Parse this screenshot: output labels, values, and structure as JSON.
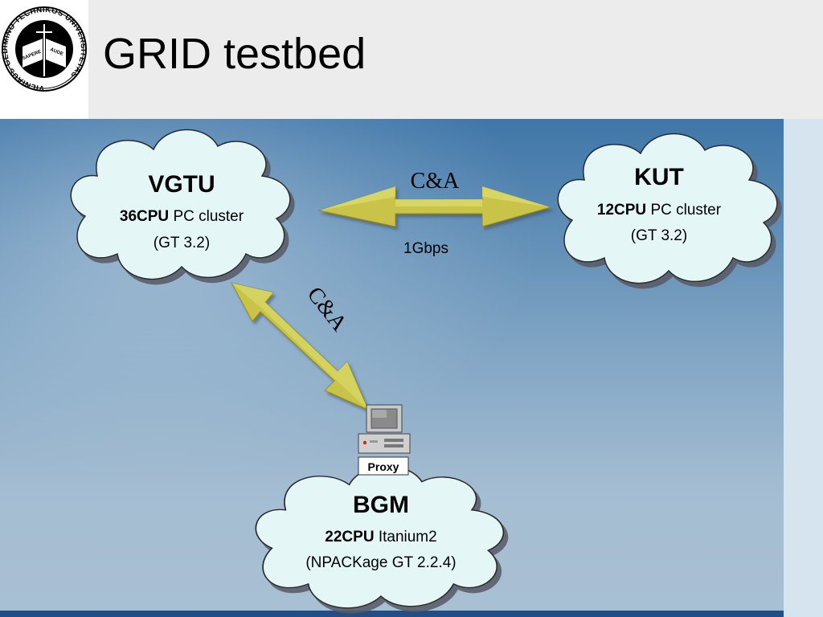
{
  "slide": {
    "title": "GRID testbed",
    "logo": {
      "ring_text": "VILNIAUS GEDIMINO TECHNIKOS UNIVERSITETAS",
      "book_left": "SAPERE",
      "book_right": "AUDE"
    }
  },
  "nodes": {
    "vgtu": {
      "name": "VGTU",
      "cpu": "36CPU",
      "desc": "PC cluster",
      "sub": "(GT 3.2)"
    },
    "kut": {
      "name": "KUT",
      "cpu": "12CPU",
      "desc": "PC cluster",
      "sub": "(GT 3.2)"
    },
    "bgm": {
      "name": "BGM",
      "cpu": "22CPU",
      "desc": "Itanium2",
      "sub": "(NPACKage GT 2.2.4)"
    }
  },
  "links": {
    "vgtu_kut": {
      "label": "C&A",
      "speed": "1Gbps"
    },
    "vgtu_proxy": {
      "label": "C&A"
    }
  },
  "proxy": {
    "label": "Proxy"
  },
  "colors": {
    "cloud_fill": "#e4f6f6",
    "arrow_fill": "#c8c448",
    "header_bg": "#ececec",
    "right_strip": "#d6e4f0"
  }
}
